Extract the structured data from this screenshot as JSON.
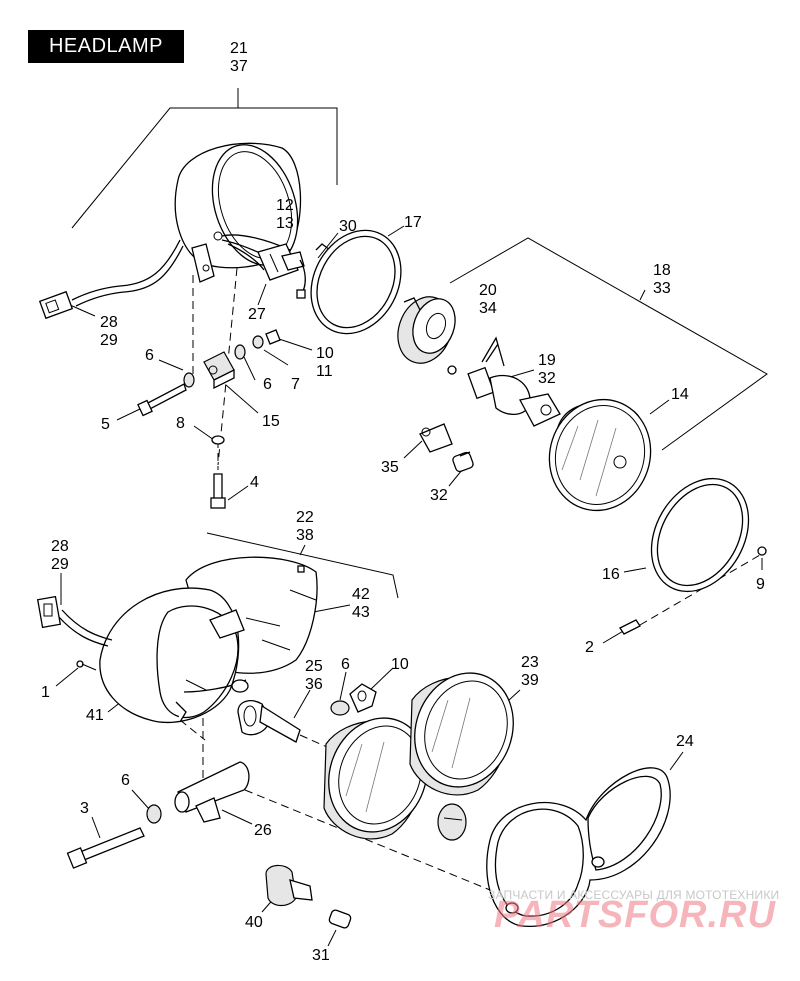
{
  "title": "HEADLAMP",
  "callouts": [
    {
      "id": "c-21-37",
      "lines": [
        "21",
        "37"
      ]
    },
    {
      "id": "c-12-13",
      "lines": [
        "12",
        "13"
      ]
    },
    {
      "id": "c-30",
      "lines": [
        "30"
      ]
    },
    {
      "id": "c-17",
      "lines": [
        "17"
      ]
    },
    {
      "id": "c-18-33",
      "lines": [
        "18",
        "33"
      ]
    },
    {
      "id": "c-28-29-top",
      "lines": [
        "28",
        "29"
      ]
    },
    {
      "id": "c-27",
      "lines": [
        "27"
      ]
    },
    {
      "id": "c-20-34",
      "lines": [
        "20",
        "34"
      ]
    },
    {
      "id": "c-6-a",
      "lines": [
        "6"
      ]
    },
    {
      "id": "c-10-11",
      "lines": [
        "10",
        "11"
      ]
    },
    {
      "id": "c-7",
      "lines": [
        "7"
      ]
    },
    {
      "id": "c-6-b",
      "lines": [
        "6"
      ]
    },
    {
      "id": "c-19-32",
      "lines": [
        "19",
        "32"
      ]
    },
    {
      "id": "c-5",
      "lines": [
        "5"
      ]
    },
    {
      "id": "c-15",
      "lines": [
        "15"
      ]
    },
    {
      "id": "c-14",
      "lines": [
        "14"
      ]
    },
    {
      "id": "c-8",
      "lines": [
        "8"
      ]
    },
    {
      "id": "c-35",
      "lines": [
        "35"
      ]
    },
    {
      "id": "c-4",
      "lines": [
        "4"
      ]
    },
    {
      "id": "c-32",
      "lines": [
        "32"
      ]
    },
    {
      "id": "c-22-38",
      "lines": [
        "22",
        "38"
      ]
    },
    {
      "id": "c-28-29-bottom",
      "lines": [
        "28",
        "29"
      ]
    },
    {
      "id": "c-16",
      "lines": [
        "16"
      ]
    },
    {
      "id": "c-9",
      "lines": [
        "9"
      ]
    },
    {
      "id": "c-42-43",
      "lines": [
        "42",
        "43"
      ]
    },
    {
      "id": "c-2",
      "lines": [
        "2"
      ]
    },
    {
      "id": "c-25-36",
      "lines": [
        "25",
        "36"
      ]
    },
    {
      "id": "c-6-c",
      "lines": [
        "6"
      ]
    },
    {
      "id": "c-10",
      "lines": [
        "10"
      ]
    },
    {
      "id": "c-23-39",
      "lines": [
        "23",
        "39"
      ]
    },
    {
      "id": "c-1",
      "lines": [
        "1"
      ]
    },
    {
      "id": "c-41",
      "lines": [
        "41"
      ]
    },
    {
      "id": "c-24",
      "lines": [
        "24"
      ]
    },
    {
      "id": "c-6-d",
      "lines": [
        "6"
      ]
    },
    {
      "id": "c-3",
      "lines": [
        "3"
      ]
    },
    {
      "id": "c-26",
      "lines": [
        "26"
      ]
    },
    {
      "id": "c-40",
      "lines": [
        "40"
      ]
    },
    {
      "id": "c-31",
      "lines": [
        "31"
      ]
    }
  ],
  "watermark": {
    "caption": "ЗАПЧАСТИ И АКСЕССУАРЫ ДЛЯ МОТОТЕХНИКИ",
    "logo": "PARTSFOR.RU"
  }
}
